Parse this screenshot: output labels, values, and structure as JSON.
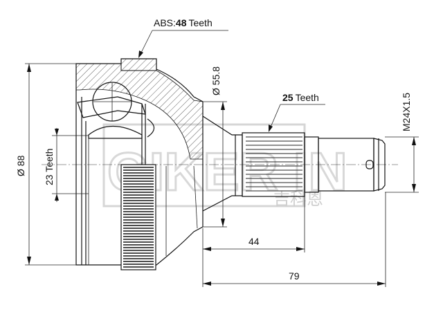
{
  "labels": {
    "abs_prefix": "ABS:",
    "abs_value": "48",
    "abs_suffix": "Teeth",
    "outer_teeth_value": "25",
    "outer_teeth_suffix": "Teeth",
    "inner_teeth": "23  Teeth",
    "outer_diameter": "Ø 88",
    "seal_diameter": "Ø 55.8",
    "thread": "M24X1.5",
    "length_spline": "44",
    "length_total": "79"
  },
  "watermark": {
    "text": "GIKER IN",
    "subtext": "吉科恩"
  }
}
